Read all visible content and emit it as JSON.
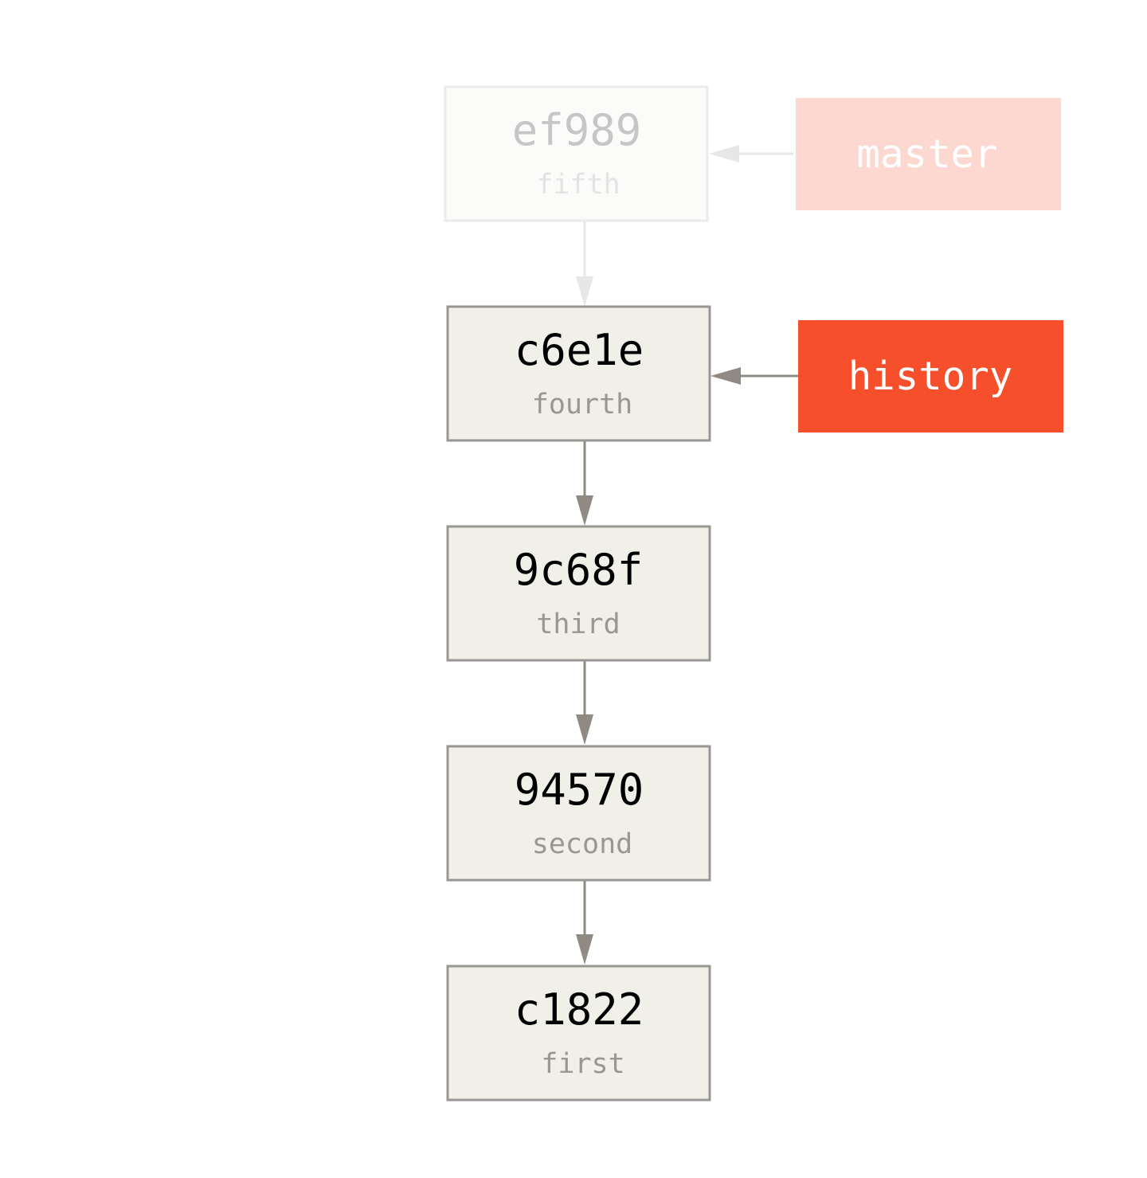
{
  "commits": [
    {
      "id": "ef989",
      "message": "fifth",
      "faded": true
    },
    {
      "id": "c6e1e",
      "message": "fourth",
      "faded": false
    },
    {
      "id": "9c68f",
      "message": "third",
      "faded": false
    },
    {
      "id": "94570",
      "message": "second",
      "faded": false
    },
    {
      "id": "c1822",
      "message": "first",
      "faded": false
    }
  ],
  "branches": [
    {
      "name": "master",
      "target": "ef989",
      "faded": true
    },
    {
      "name": "history",
      "target": "c6e1e",
      "faded": false
    }
  ],
  "colors": {
    "commit_fill": "#f0efe8",
    "commit_stroke": "#999793",
    "hash_text": "#000000",
    "message_text": "#999793",
    "arrow": "#8f8b84",
    "branch_fill": "#f5502b",
    "branch_text": "#ffffff",
    "faded_commit_fill": "#fbfbfa",
    "faded_commit_stroke": "#ebebeb",
    "faded_hash_text": "#c6c6c6",
    "faded_message_text": "#e3e3e3",
    "faded_arrow": "#e7e7e7",
    "faded_branch_fill": "#fdd8d1"
  }
}
